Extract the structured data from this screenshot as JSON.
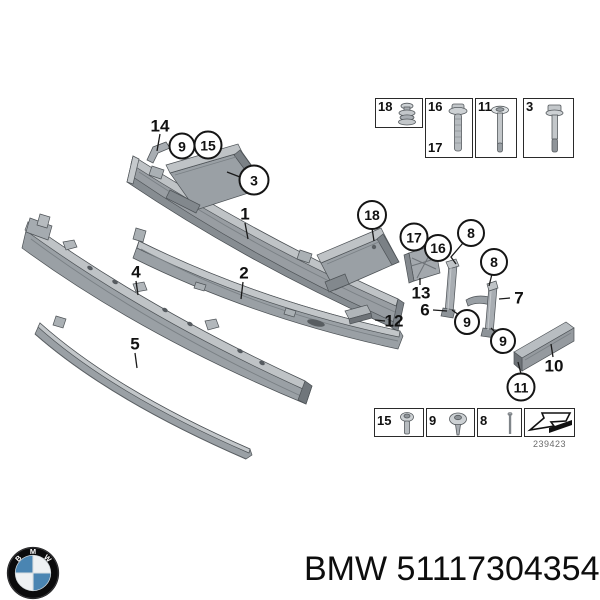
{
  "title_line": {
    "text": "BMW 51117304354"
  },
  "logo": {
    "letters": {
      "b": "B",
      "m": "M",
      "w": "W"
    }
  },
  "callouts": [
    {
      "label": "14",
      "style": "plain"
    },
    {
      "label": "9",
      "style": "circle"
    },
    {
      "label": "15",
      "style": "circle"
    },
    {
      "label": "3",
      "style": "circle"
    },
    {
      "label": "1",
      "style": "plain"
    },
    {
      "label": "2",
      "style": "plain"
    },
    {
      "label": "4",
      "style": "plain"
    },
    {
      "label": "5",
      "style": "plain"
    },
    {
      "label": "18",
      "style": "circle"
    },
    {
      "label": "17",
      "style": "circle"
    },
    {
      "label": "16",
      "style": "circle"
    },
    {
      "label": "8",
      "style": "circle"
    },
    {
      "label": "8",
      "style": "circle"
    },
    {
      "label": "13",
      "style": "plain"
    },
    {
      "label": "6",
      "style": "plain"
    },
    {
      "label": "9",
      "style": "circle"
    },
    {
      "label": "7",
      "style": "plain"
    },
    {
      "label": "12",
      "style": "plain"
    },
    {
      "label": "9",
      "style": "circle"
    },
    {
      "label": "10",
      "style": "plain"
    },
    {
      "label": "11",
      "style": "circle"
    }
  ],
  "top_fastener_panel": {
    "cells": [
      {
        "label": "18",
        "icon": "expanding-rivet-icon"
      },
      {
        "label": "16",
        "label2": "17",
        "icon": "flange-bolt-icon"
      },
      {
        "label": "11",
        "icon": "washer-head-bolt-icon"
      },
      {
        "label": "3",
        "icon": "hex-flange-bolt-icon"
      }
    ]
  },
  "bottom_fastener_panel": {
    "cells": [
      {
        "label": "15",
        "icon": "pan-head-screw-icon"
      },
      {
        "label": "9",
        "icon": "oval-head-screw-icon"
      },
      {
        "label": "8",
        "icon": "pin-icon"
      },
      {
        "label": "",
        "icon": "direction-arrow-icon"
      }
    ],
    "code": "239423"
  },
  "colors": {
    "part_mid": "#9aa0a5",
    "part_light": "#bfc3c6",
    "part_dark": "#70767b",
    "outline": "#4d5256",
    "leader_line": "#1a1a1a",
    "roundel_blue": "#4a85b2",
    "background": "#ffffff"
  }
}
